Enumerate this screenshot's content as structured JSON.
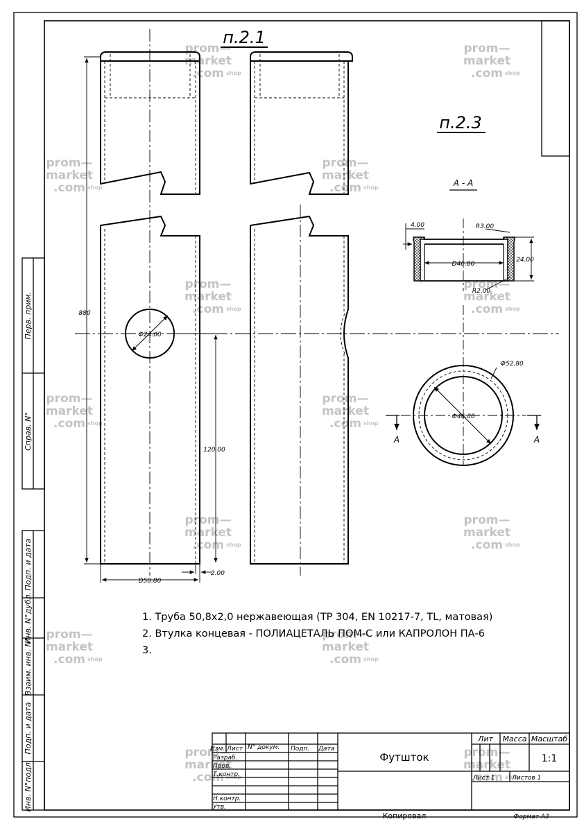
{
  "watermark": {
    "line1": "prom—",
    "line2": "market",
    "line3": ".com",
    "line4": "shop"
  },
  "views": {
    "view1": "п.2.1",
    "view3": "п.2.3",
    "section": "А - А",
    "cut_mark": "А"
  },
  "dimensions": {
    "length_total": "880",
    "hole_dia": "Ф24.00",
    "hole_offset": "120.00",
    "tube_dia": "D50.80",
    "wall": "2.00",
    "flange": "4.00",
    "r3": "R3.00",
    "r2": "R2.00",
    "inner_d": "D46.80",
    "height": "24.00",
    "outer_ring": "Ф52.80",
    "inner_ring": "Ф46.80"
  },
  "notes": [
    "1. Труба 50,8х2,0  нержавеющая (ТР 304, EN 10217-7, TL, матовая)",
    "2. Втулка концевая - ПОЛИАЦЕТАЛЬ ПОМ-С или КАПРОЛОН ПА-6",
    "3."
  ],
  "side_stamp": [
    "Перв. прим.",
    "Справ. N°",
    "Подп. и дата",
    "Инв. N°дубл.",
    "Взаим. инв. N°",
    "Подп. и дата",
    "Инв. N°подл."
  ],
  "title_block": {
    "cols": [
      "Изм.",
      "Лист",
      "N° докум.",
      "Подп.",
      "Дата"
    ],
    "rows": [
      "Разраб.",
      "Пров.",
      "Т.контр.",
      "Н.контр.",
      "Утв."
    ],
    "name": "Футшток",
    "lit": "Лит",
    "massa": "Масса",
    "masshtab": "Масштаб",
    "scale": "1:1",
    "sheet": "Лист  1",
    "sheets": "Листов  1",
    "copied": "Копировал",
    "format": "Формат  А3"
  }
}
